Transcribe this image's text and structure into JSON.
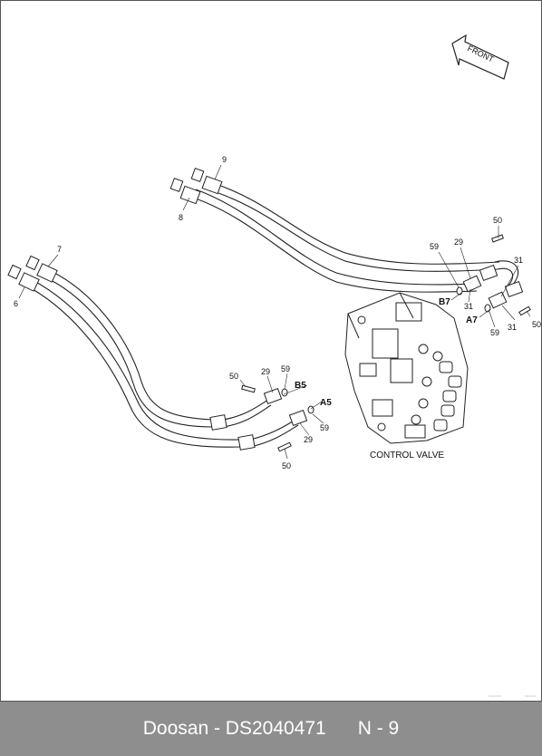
{
  "diagram": {
    "front_label": "FRONT",
    "control_valve_label": "CONTROL VALVE",
    "port_labels": [
      "B7",
      "A7",
      "B5",
      "A5"
    ],
    "callouts": [
      "9",
      "8",
      "7",
      "6",
      "50",
      "29",
      "59",
      "31",
      "31",
      "31",
      "50",
      "59",
      "50",
      "29",
      "59",
      "59",
      "29",
      "50"
    ]
  },
  "footer": {
    "text": "Doosan - DS2040471      N - 9"
  }
}
